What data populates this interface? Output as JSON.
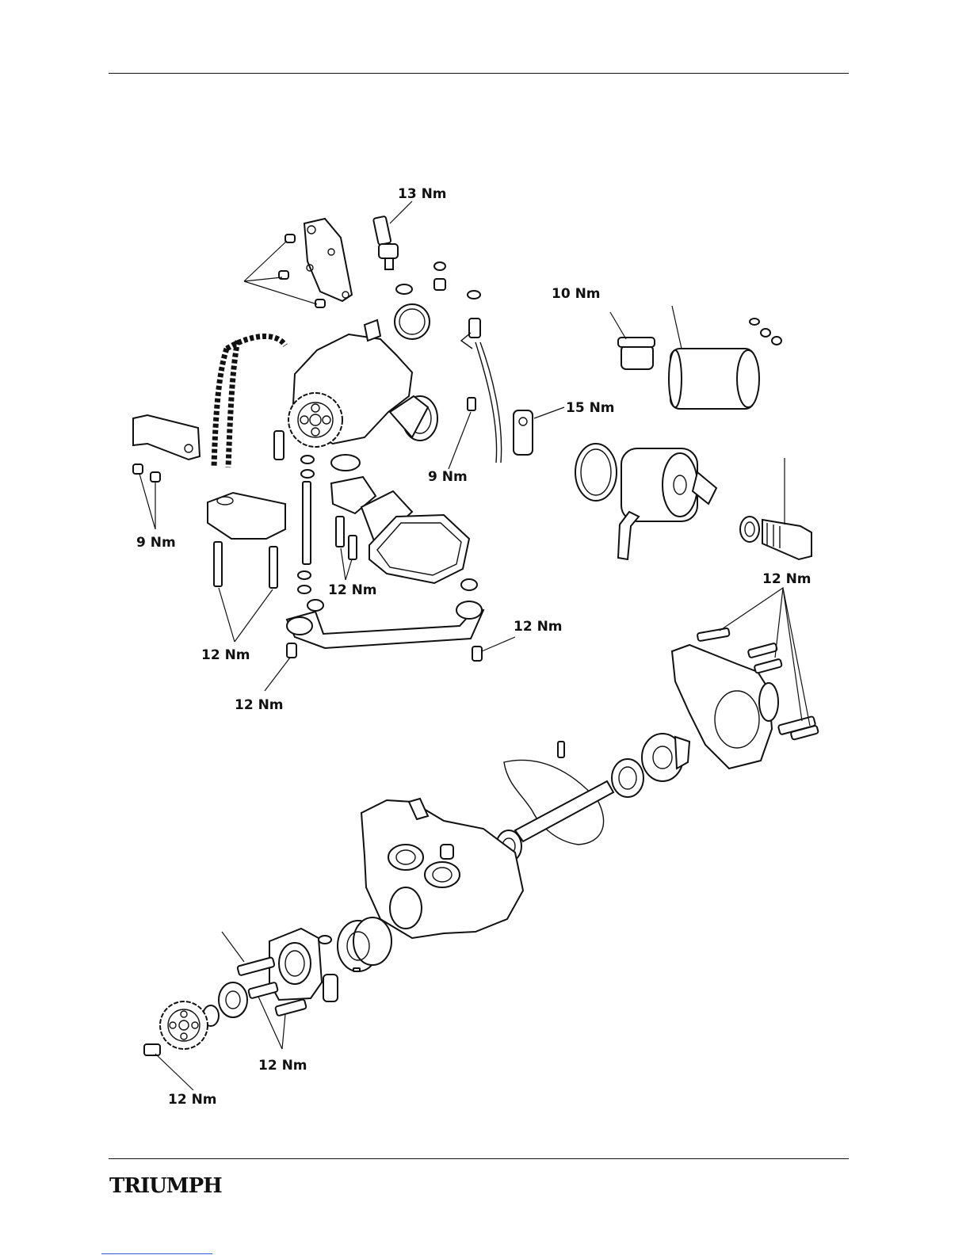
{
  "torque_labels": {
    "pressure_switch": "13 Nm",
    "filter_adaptor": "10 Nm",
    "union": "15 Nm",
    "pipe_bolt": "9 Nm",
    "guide_bolts": "9 Nm",
    "pickup_bolts": "12 Nm",
    "long_bolts": "12 Nm",
    "cooler_bolt": "12 Nm",
    "pipe_right": "12 Nm",
    "pipe_left": "12 Nm",
    "pump_body_bolts": "12 Nm",
    "lower_bolts": "12 Nm",
    "sprocket_bolt": "12 Nm"
  },
  "footer": {
    "brand": "TRIUMPH"
  }
}
